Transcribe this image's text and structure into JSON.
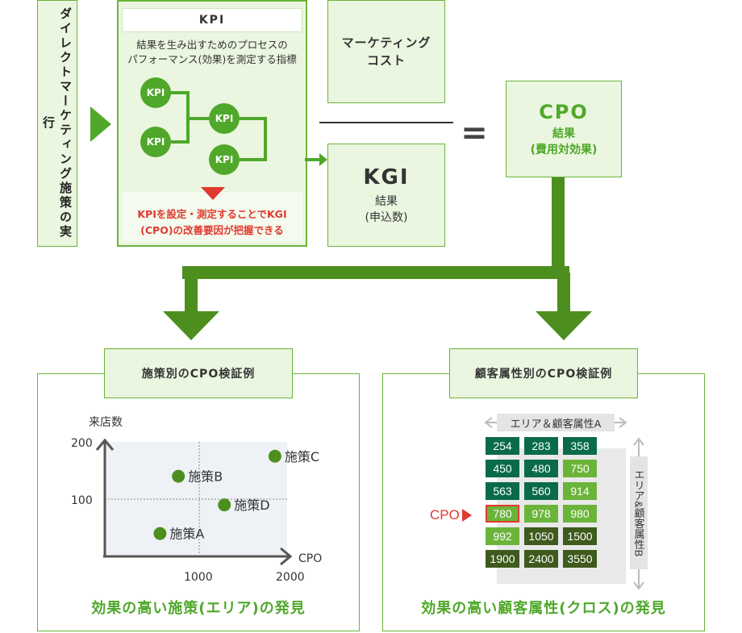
{
  "left_label": "ダイレクトマーケティング施策の実行",
  "kpi_box": {
    "title": "KPI",
    "desc_line1": "結果を生み出すためのプロセスの",
    "desc_line2": "パフォーマンス(効果)を測定する指標",
    "nodes": [
      "KPI",
      "KPI",
      "KPI",
      "KPI"
    ],
    "note_line1": "KPIを設定・測定することでKGI",
    "note_line2": "(CPO)の改善要因が把握できる"
  },
  "marketing_cost": {
    "line1": "マーケティング",
    "line2": "コスト"
  },
  "kgi": {
    "title": "KGI",
    "line1": "結果",
    "line2": "(申込数)"
  },
  "equals": "=",
  "cpo": {
    "title": "CPO",
    "line1": "結果",
    "line2": "(費用対効果)"
  },
  "left_panel": {
    "title": "施策別のCPO検証例",
    "footer": "効果の高い施策(エリア)の発見",
    "chart_data": {
      "type": "scatter",
      "ylabel": "来店数",
      "xlabel": "CPO",
      "y_ticks": [
        "200",
        "100"
      ],
      "x_ticks": [
        "1000",
        "2000"
      ],
      "xlim": [
        0,
        2000
      ],
      "ylim": [
        0,
        200
      ],
      "points": [
        {
          "label": "施策A",
          "x": 600,
          "y": 40
        },
        {
          "label": "施策B",
          "x": 800,
          "y": 140
        },
        {
          "label": "施策C",
          "x": 1850,
          "y": 175
        },
        {
          "label": "施策D",
          "x": 1300,
          "y": 90
        }
      ]
    }
  },
  "right_panel": {
    "title": "顧客属性別のCPO検証例",
    "footer": "効果の高い顧客属性(クロス)の発見",
    "top_axis": "エリア＆顧客属性A",
    "side_axis": "エリア&顧客属性B",
    "cpo_marker": "CPO",
    "grid": [
      [
        "254",
        "283",
        "358"
      ],
      [
        "450",
        "480",
        "750"
      ],
      [
        "563",
        "560",
        "914"
      ],
      [
        "780",
        "978",
        "980"
      ],
      [
        "992",
        "1050",
        "1500"
      ],
      [
        "1900",
        "2400",
        "3550"
      ]
    ],
    "colors": {
      "dark_green": "#0a6b4a",
      "light_green": "#6bb43a",
      "dark_olive": "#3e5a1c",
      "highlight": "#e03a2f"
    }
  }
}
